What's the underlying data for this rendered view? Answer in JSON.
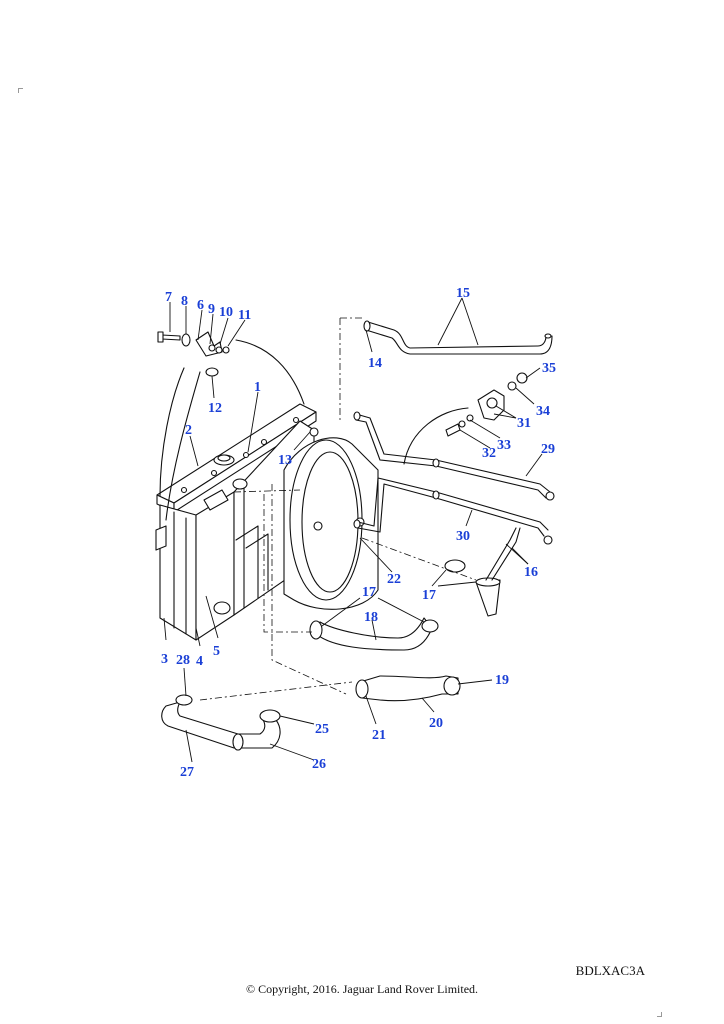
{
  "diagram": {
    "parts": [
      {
        "id": "1",
        "label": "1"
      },
      {
        "id": "2",
        "label": "2"
      },
      {
        "id": "3",
        "label": "3"
      },
      {
        "id": "4",
        "label": "4"
      },
      {
        "id": "5",
        "label": "5"
      },
      {
        "id": "6",
        "label": "6"
      },
      {
        "id": "7",
        "label": "7"
      },
      {
        "id": "8",
        "label": "8"
      },
      {
        "id": "9",
        "label": "9"
      },
      {
        "id": "10",
        "label": "10"
      },
      {
        "id": "11",
        "label": "11"
      },
      {
        "id": "12",
        "label": "12"
      },
      {
        "id": "13",
        "label": "13"
      },
      {
        "id": "14",
        "label": "14"
      },
      {
        "id": "15",
        "label": "15"
      },
      {
        "id": "16",
        "label": "16"
      },
      {
        "id": "17a",
        "label": "17"
      },
      {
        "id": "17b",
        "label": "17"
      },
      {
        "id": "18",
        "label": "18"
      },
      {
        "id": "19",
        "label": "19"
      },
      {
        "id": "20",
        "label": "20"
      },
      {
        "id": "21",
        "label": "21"
      },
      {
        "id": "22",
        "label": "22"
      },
      {
        "id": "25",
        "label": "25"
      },
      {
        "id": "26",
        "label": "26"
      },
      {
        "id": "27",
        "label": "27"
      },
      {
        "id": "28",
        "label": "28"
      },
      {
        "id": "29",
        "label": "29"
      },
      {
        "id": "30",
        "label": "30"
      },
      {
        "id": "31",
        "label": "31"
      },
      {
        "id": "32",
        "label": "32"
      },
      {
        "id": "33",
        "label": "33"
      },
      {
        "id": "34",
        "label": "34"
      },
      {
        "id": "35",
        "label": "35"
      }
    ],
    "label_color": "#1a3fd6",
    "line_color": "#111111"
  },
  "footer": {
    "ref_code": "BDLXAC3A",
    "copyright": "© Copyright, 2016. Jaguar Land Rover Limited."
  }
}
